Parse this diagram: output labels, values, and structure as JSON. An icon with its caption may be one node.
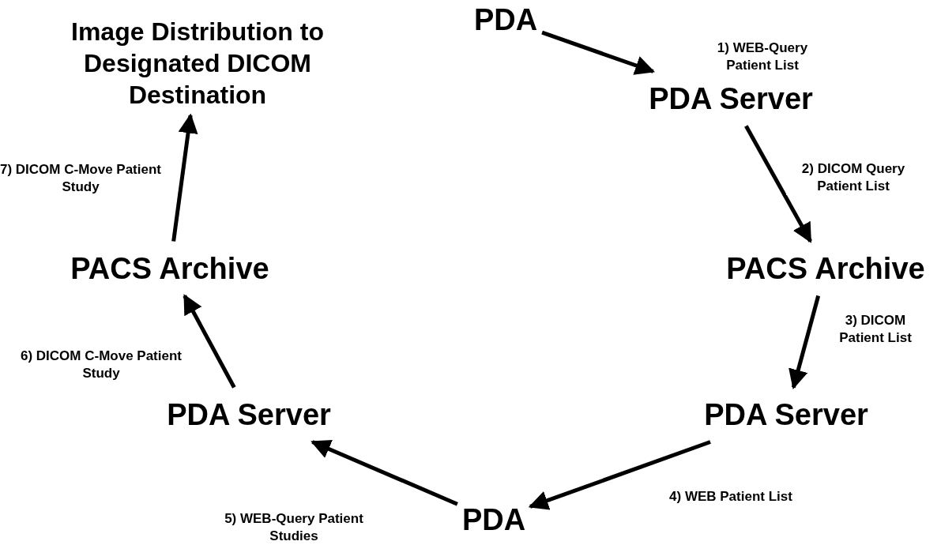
{
  "diagram": {
    "nodes": [
      {
        "text": [
          "PDA"
        ]
      },
      {
        "text": [
          "PDA Server"
        ]
      },
      {
        "text": [
          "PACS Archive"
        ]
      },
      {
        "text": [
          "PDA Server"
        ]
      },
      {
        "text": [
          "PDA"
        ]
      },
      {
        "text": [
          "PDA Server"
        ]
      },
      {
        "text": [
          "PACS Archive"
        ]
      },
      {
        "text": [
          "Image Distribution to Designated DICOM Destination"
        ]
      }
    ],
    "edges": [
      {
        "from": 0,
        "to": 1,
        "arrow": "to",
        "label": "1) WEB-Query Patient List"
      },
      {
        "from": 1,
        "to": 2,
        "arrow": "to",
        "label": "2) DICOM Query Patient List"
      },
      {
        "from": 2,
        "to": 3,
        "arrow": "to",
        "label": "3) DICOM Patient List"
      },
      {
        "from": 3,
        "to": 4,
        "arrow": "to",
        "label": "4) WEB Patient List"
      },
      {
        "from": 4,
        "to": 5,
        "arrow": "to",
        "label": "5) WEB-Query Patient Studies"
      },
      {
        "from": 5,
        "to": 6,
        "arrow": "to",
        "label": "6) DICOM C-Move Patient Study"
      },
      {
        "from": 6,
        "to": 7,
        "arrow": "to",
        "label": "7) DICOM C-Move Patient Study"
      }
    ]
  }
}
